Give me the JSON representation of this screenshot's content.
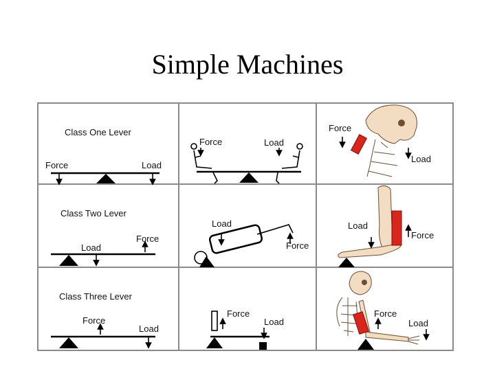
{
  "slide": {
    "title": "Simple Machines"
  },
  "rows": [
    {
      "header": "Class One Lever",
      "diagram": {
        "force": "Force",
        "load": "Load"
      },
      "human": {
        "force": "Force",
        "load": "Load"
      },
      "anatomy": {
        "force": "Force",
        "load": "Load"
      }
    },
    {
      "header": "Class Two Lever",
      "diagram": {
        "force": "Force",
        "load": "Load"
      },
      "human": {
        "force": "Force",
        "load": "Load"
      },
      "anatomy": {
        "force": "Force",
        "load": "Load"
      }
    },
    {
      "header": "Class Three Lever",
      "diagram": {
        "force": "Force",
        "load": "Load"
      },
      "human": {
        "force": "Force",
        "load": "Load"
      },
      "anatomy": {
        "force": "Force",
        "load": "Load"
      }
    }
  ],
  "colors": {
    "grid": "#8a8a8a",
    "muscle": "#d9261c",
    "bone": "#f2dcc2",
    "ink": "#000000"
  }
}
